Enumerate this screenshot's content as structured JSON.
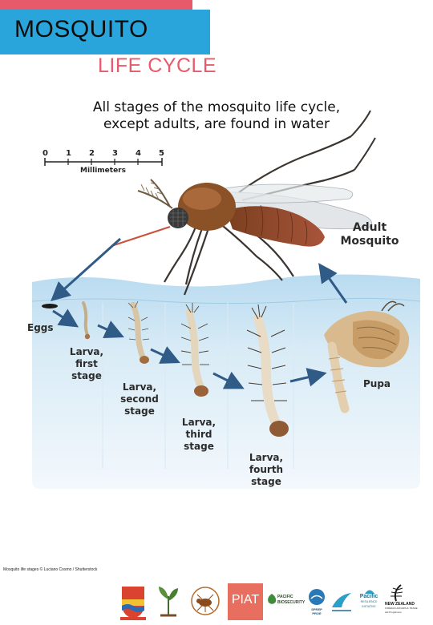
{
  "header": {
    "title": "MOSQUITO",
    "subtitle": "LIFE CYCLE"
  },
  "heading": {
    "line1": "All stages of the mosquito life cycle,",
    "line2": "except adults, are found in water"
  },
  "scale": {
    "ticks": [
      "0",
      "1",
      "2",
      "3",
      "4",
      "5"
    ],
    "unit": "Millimeters"
  },
  "stages": {
    "eggs": "Eggs",
    "larva1": [
      "Larva,",
      "first",
      "stage"
    ],
    "larva2": [
      "Larva,",
      "second",
      "stage"
    ],
    "larva3": [
      "Larva,",
      "third",
      "stage"
    ],
    "larva4": [
      "Larva,",
      "fourth",
      "stage"
    ],
    "pupa": "Pupa",
    "adult": [
      "Adult",
      "Mosquito"
    ]
  },
  "footer": {
    "credit": "Mosquito life stages © Luciano Cosmo / Shutterstock",
    "piat_logo": "PIAT",
    "biosecurity_logo": [
      "PACIFIC",
      "BIOSECURITY"
    ],
    "sprep_logo": [
      "SPREP",
      "PROE"
    ],
    "pacific_logo": [
      "Pacific",
      "RESILIENCE",
      "INITIATIVE"
    ],
    "nz_logo": [
      "NEW ZEALAND",
      "FOREIGN AFFAIRS & TRADE",
      "Aid Programme"
    ]
  },
  "colors": {
    "accent_red": "#e75a6a",
    "accent_blue": "#2aa5db",
    "water": "#cfe6f4",
    "arrow": "#2f5b86"
  }
}
